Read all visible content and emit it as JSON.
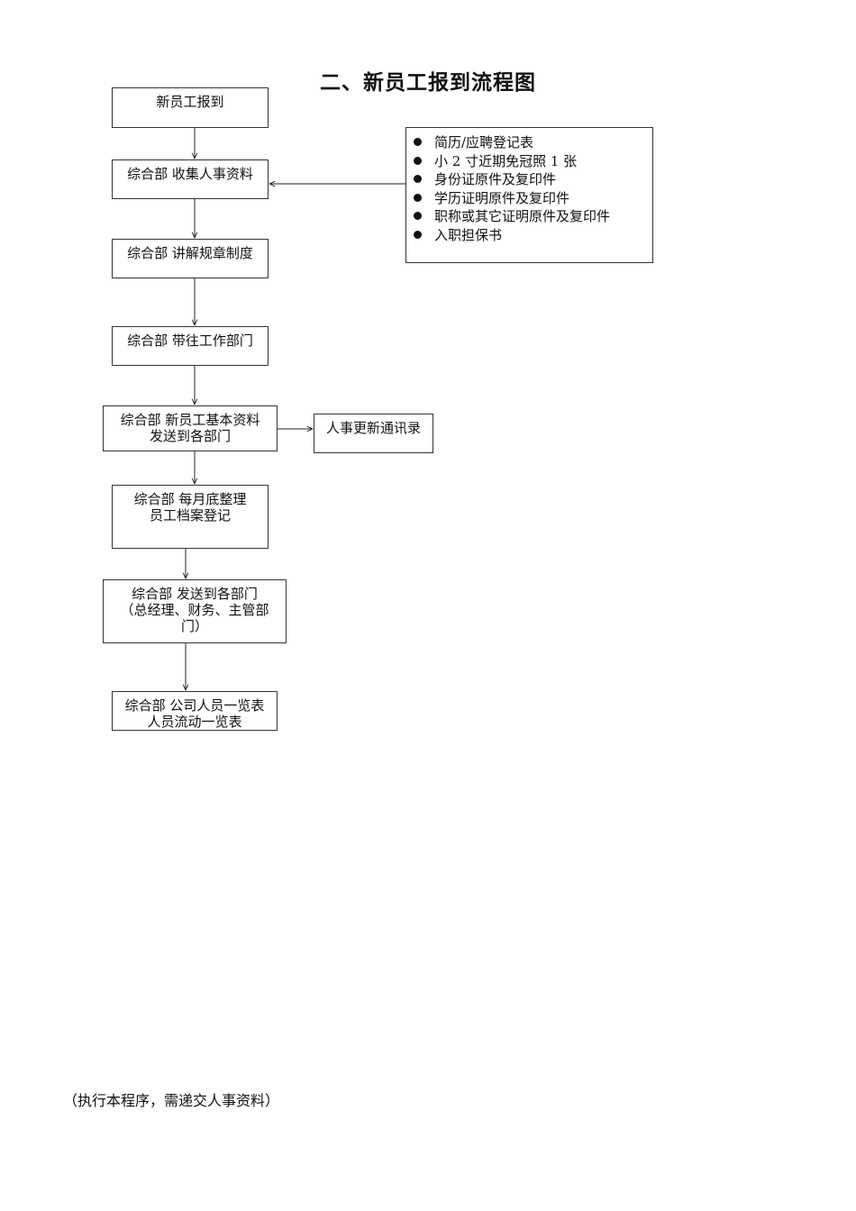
{
  "title": "二、新员工报到流程图",
  "steps": [
    {
      "lines": [
        "新员工报到"
      ]
    },
    {
      "lines": [
        "综合部  收集人事资料"
      ]
    },
    {
      "lines": [
        "综合部  讲解规章制度"
      ]
    },
    {
      "lines": [
        "综合部  带往工作部门"
      ]
    },
    {
      "lines": [
        "综合部  新员工基本资料",
        "发送到各部门"
      ]
    },
    {
      "lines": [
        "综合部    每月底整理",
        "员工档案登记"
      ]
    },
    {
      "lines": [
        "综合部  发送到各部门",
        "（总经理、财务、主管部",
        "门）"
      ]
    },
    {
      "lines": [
        "综合部  公司人员一览表",
        "人员流动一览表"
      ]
    }
  ],
  "side_step": {
    "label": "人事更新通讯录"
  },
  "requirements": {
    "items": [
      "简历/应聘登记表",
      "小 2 寸近期免冠照 1 张",
      "身份证原件及复印件",
      "学历证明原件及复印件",
      "职称或其它证明原件及复印件",
      "入职担保书"
    ]
  },
  "footnote": "（执行本程序，需递交人事资料）"
}
